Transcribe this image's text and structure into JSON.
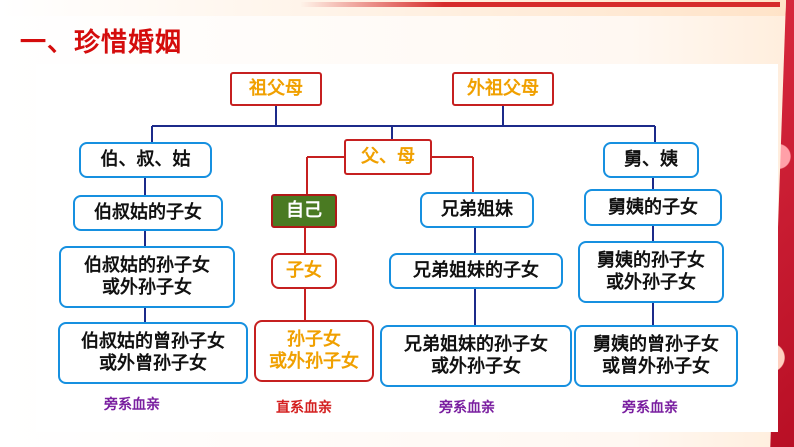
{
  "title": "一、珍惜婚姻",
  "nodes": {
    "grandparents": "祖父母",
    "maternal_grandparents": "外祖父母",
    "uncles_aunts": "伯、叔、姑",
    "parents": "父、母",
    "maternal_uncles_aunts": "舅、姨",
    "uncles_aunts_children": "伯叔姑的子女",
    "self": "自己",
    "siblings": "兄弟姐妹",
    "maternal_uncles_aunts_children": "舅姨的子女",
    "uncles_aunts_grandchildren_l1": "伯叔姑的孙子女",
    "uncles_aunts_grandchildren_l2": "或外孙子女",
    "children": "子女",
    "siblings_children": "兄弟姐妹的子女",
    "maternal_grandchildren_l1": "舅姨的孙子女",
    "maternal_grandchildren_l2": "或外孙子女",
    "uncles_aunts_great_l1": "伯叔姑的曾孙子女",
    "uncles_aunts_great_l2": "或外曾孙子女",
    "grandchildren_l1": "孙子女",
    "grandchildren_l2": "或外孙子女",
    "siblings_grandchildren_l1": "兄弟姐妹的孙子女",
    "siblings_grandchildren_l2": "或外孙子女",
    "maternal_great_l1": "舅姨的曾孙子女",
    "maternal_great_l2": "或曾外孙子女"
  },
  "labels": {
    "collateral_left": "旁系血亲",
    "direct": "直系血亲",
    "collateral_mid": "旁系血亲",
    "collateral_right": "旁系血亲"
  },
  "colors": {
    "title": "#d40c0c",
    "blue_border": "#1690e0",
    "red_border": "#c62020",
    "yellow_text": "#f0a000",
    "self_fill": "#4a7a22",
    "collateral_label": "#7a1fa0",
    "direct_label": "#d42020",
    "line": "#1c2a8a",
    "red_line": "#c62020"
  }
}
